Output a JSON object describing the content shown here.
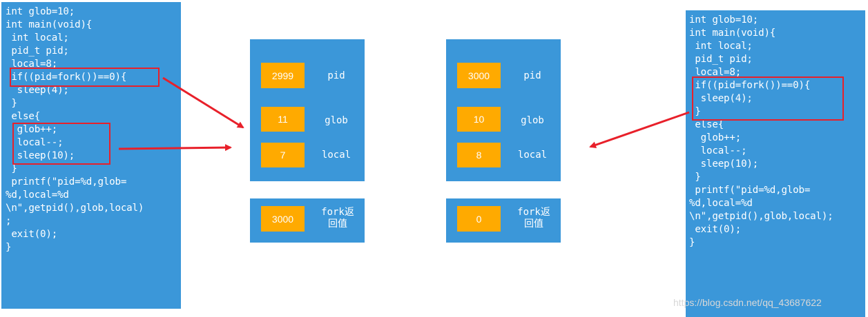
{
  "left_code": {
    "lines": [
      "int glob=10;",
      "int main(void){",
      " int local;",
      " pid_t pid;",
      " local=8;",
      " if((pid=fork())==0){",
      "  sleep(4);",
      " }",
      " else{",
      "  glob++;",
      "  local--;",
      "  sleep(10);",
      " }",
      " printf(\"pid=%d,glob=",
      "%d,local=%d",
      "\\n\",getpid(),glob,local)",
      ";",
      " exit(0);",
      "}"
    ]
  },
  "right_code": {
    "lines": [
      "int glob=10;",
      "int main(void){",
      " int local;",
      " pid_t pid;",
      " local=8;",
      " if((pid=fork())==0){",
      "  sleep(4);",
      " }",
      " else{",
      "  glob++;",
      "  local--;",
      "  sleep(10);",
      " }",
      " printf(\"pid=%d,glob=",
      "%d,local=%d",
      "\\n\",getpid(),glob,local);",
      " exit(0);",
      "}"
    ]
  },
  "parent_process": {
    "pid_value": "2999",
    "pid_label": "pid",
    "glob_value": "11",
    "glob_label": "glob",
    "local_value": "7",
    "local_label": "local",
    "fork_return_value": "3000",
    "fork_return_label_line1": "fork返",
    "fork_return_label_line2": "回值"
  },
  "child_process": {
    "pid_value": "3000",
    "pid_label": "pid",
    "glob_value": "10",
    "glob_label": "glob",
    "local_value": "8",
    "local_label": "local",
    "fork_return_value": "0",
    "fork_return_label_line1": "fork返",
    "fork_return_label_line2": "回值"
  },
  "watermark": "https://blog.csdn.net/qq_43687622",
  "colors": {
    "panel": "#3b97d9",
    "cell": "#ffaa00",
    "highlight": "#e8202a",
    "arrow": "#e8202a",
    "text": "#ffffff"
  }
}
